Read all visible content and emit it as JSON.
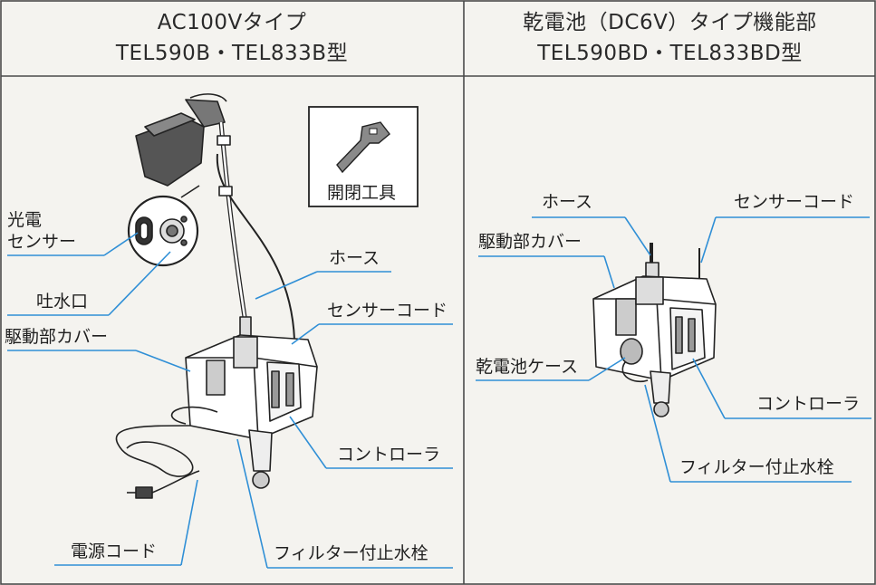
{
  "left_panel": {
    "title_line1": "AC100Vタイプ",
    "title_line2": "TEL590B・TEL833B型",
    "tool_label": "開閉工具",
    "labels": {
      "photo_sensor_1": "光電",
      "photo_sensor_2": "センサー",
      "spout": "吐水口",
      "drive_cover": "駆動部カバー",
      "hose": "ホース",
      "sensor_cord": "センサーコード",
      "controller": "コントローラ",
      "power_cord": "電源コード",
      "filter_valve": "フィルター付止水栓"
    }
  },
  "right_panel": {
    "title_line1": "乾電池（DC6V）タイプ機能部",
    "title_line2": "TEL590BD・TEL833BD型",
    "labels": {
      "hose": "ホース",
      "sensor_cord": "センサーコード",
      "drive_cover": "駆動部カバー",
      "battery_case": "乾電池ケース",
      "controller": "コントローラ",
      "filter_valve": "フィルター付止水栓"
    }
  },
  "colors": {
    "leader": "#2f8fd6",
    "ink": "#1f1f1f",
    "border": "#4a4a4a",
    "paper": "#f4f3ef"
  }
}
